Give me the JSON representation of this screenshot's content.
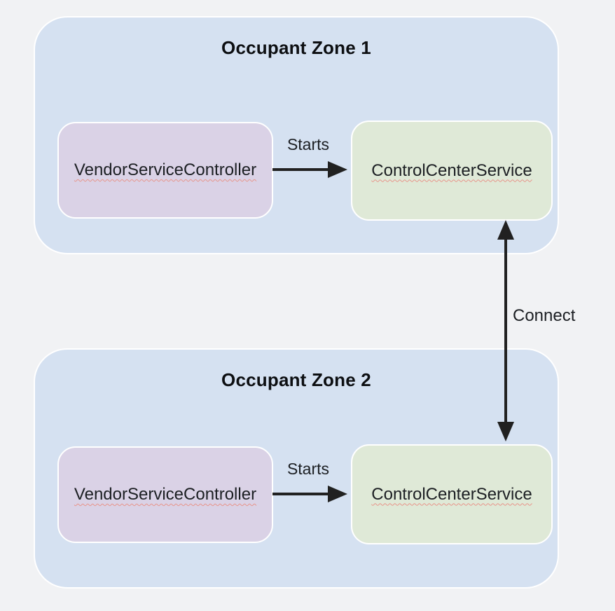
{
  "colors": {
    "page_bg": "#f1f2f4",
    "zone_bg": "#d5e1f1",
    "controller_bg": "#dad2e6",
    "service_bg": "#dfe9d7",
    "border": "#ffffff",
    "arrow": "#212121",
    "text": "#1c1f23",
    "title_text": "#0d0f12",
    "squiggle": "#e8948a"
  },
  "zones": [
    {
      "title": "Occupant Zone 1",
      "nodes": {
        "controller": "VendorServiceController",
        "service": "ControlCenterService"
      },
      "edge_label": "Starts"
    },
    {
      "title": "Occupant Zone 2",
      "nodes": {
        "controller": "VendorServiceController",
        "service": "ControlCenterService"
      },
      "edge_label": "Starts"
    }
  ],
  "connect_edge": {
    "label": "Connect"
  }
}
